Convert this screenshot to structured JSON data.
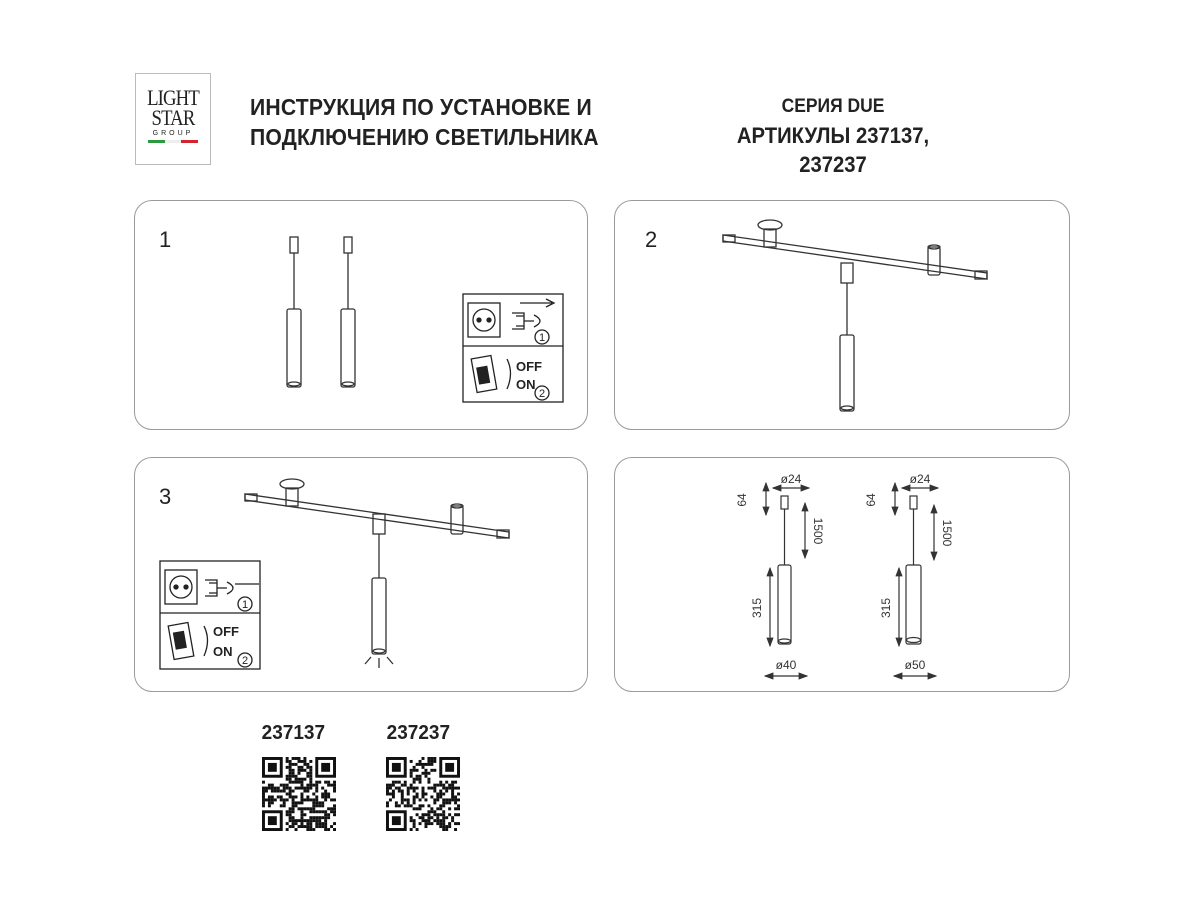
{
  "logo": {
    "line1": "LIGHT",
    "line2": "STAR",
    "line3": "GROUP",
    "colors": [
      "#2e9a3e",
      "#ffffff",
      "#d2262c"
    ]
  },
  "header": {
    "title_line1": "ИНСТРУКЦИЯ ПО УСТАНОВКЕ И",
    "title_line2": "ПОДКЛЮЧЕНИЮ СВЕТИЛЬНИКА",
    "series": "СЕРИЯ DUE",
    "articles_line1": "АРТИКУЛЫ 237137,",
    "articles_line2": "237237"
  },
  "steps": [
    {
      "number": "1",
      "unplug_step": "1",
      "switch_off": "OFF",
      "switch_on": "ON",
      "switch_step": "2"
    },
    {
      "number": "2"
    },
    {
      "number": "3",
      "unplug_step": "1",
      "switch_off": "OFF",
      "switch_on": "ON",
      "switch_step": "2"
    }
  ],
  "dimensions": [
    {
      "top_diameter": "ø24",
      "adapter_height": "64",
      "cable_length": "1500",
      "body_length": "315",
      "body_diameter": "ø40"
    },
    {
      "top_diameter": "ø24",
      "adapter_height": "64",
      "cable_length": "1500",
      "body_length": "315",
      "body_diameter": "ø50"
    }
  ],
  "qr_codes": [
    {
      "label": "237137"
    },
    {
      "label": "237237"
    }
  ]
}
